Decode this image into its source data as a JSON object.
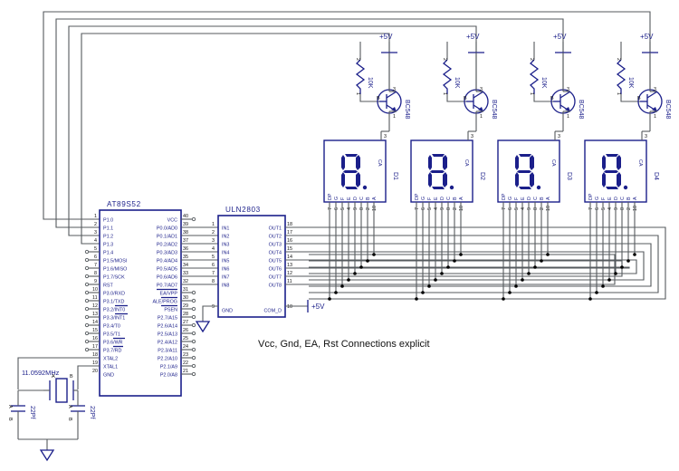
{
  "sheet": {
    "note": "Vcc, Gnd, EA, Rst Connections explicit",
    "power_label": "+5V"
  },
  "mcu": {
    "name": "AT89S52",
    "left_pins": [
      {
        "num": "1",
        "label": "P1.0"
      },
      {
        "num": "2",
        "label": "P1.1"
      },
      {
        "num": "3",
        "label": "P1.2"
      },
      {
        "num": "4",
        "label": "P1.3"
      },
      {
        "num": "5",
        "label": "P1.4"
      },
      {
        "num": "6",
        "label": "P1.5/MOSI"
      },
      {
        "num": "7",
        "label": "P1.6/MISO"
      },
      {
        "num": "8",
        "label": "P1.7/SCK"
      },
      {
        "num": "9",
        "label": "RST"
      },
      {
        "num": "10",
        "label": "P3.0/RXD"
      },
      {
        "num": "11",
        "label": "P3.1/TXD"
      },
      {
        "num": "12",
        "label": "P3.2/INT0"
      },
      {
        "num": "13",
        "label": "P3.3/INT1"
      },
      {
        "num": "14",
        "label": "P3.4/T0"
      },
      {
        "num": "15",
        "label": "P3.5/T1"
      },
      {
        "num": "16",
        "label": "P3.6/WR"
      },
      {
        "num": "17",
        "label": "P3.7/RD"
      },
      {
        "num": "18",
        "label": "XTAL2"
      },
      {
        "num": "19",
        "label": "XTAL1"
      },
      {
        "num": "20",
        "label": "GND"
      }
    ],
    "right_pins": [
      {
        "num": "40",
        "label": "VCC"
      },
      {
        "num": "39",
        "label": "P0.0/AD0"
      },
      {
        "num": "38",
        "label": "P0.1/AD1"
      },
      {
        "num": "37",
        "label": "P0.2/AD2"
      },
      {
        "num": "36",
        "label": "P0.3/AD3"
      },
      {
        "num": "35",
        "label": "P0.4/AD4"
      },
      {
        "num": "34",
        "label": "P0.5/AD5"
      },
      {
        "num": "33",
        "label": "P0.6/AD6"
      },
      {
        "num": "32",
        "label": "P0.7/AD7"
      },
      {
        "num": "31",
        "label": "EA/VPP"
      },
      {
        "num": "30",
        "label": "ALE/PROG"
      },
      {
        "num": "29",
        "label": "PSEN"
      },
      {
        "num": "28",
        "label": "P2.7/A15"
      },
      {
        "num": "27",
        "label": "P2.6/A14"
      },
      {
        "num": "26",
        "label": "P2.5/A13"
      },
      {
        "num": "25",
        "label": "P2.4/A12"
      },
      {
        "num": "24",
        "label": "P2.3/A11"
      },
      {
        "num": "23",
        "label": "P2.2/A10"
      },
      {
        "num": "22",
        "label": "P2.1/A9"
      },
      {
        "num": "21",
        "label": "P2.0/A8"
      }
    ]
  },
  "driver": {
    "name": "ULN2803",
    "inputs": [
      {
        "num": "1",
        "label": "IN1"
      },
      {
        "num": "2",
        "label": "IN2"
      },
      {
        "num": "3",
        "label": "IN3"
      },
      {
        "num": "4",
        "label": "IN4"
      },
      {
        "num": "5",
        "label": "IN5"
      },
      {
        "num": "6",
        "label": "IN6"
      },
      {
        "num": "7",
        "label": "IN7"
      },
      {
        "num": "8",
        "label": "IN8"
      }
    ],
    "outputs": [
      {
        "num": "18",
        "label": "OUT1"
      },
      {
        "num": "17",
        "label": "OUT2"
      },
      {
        "num": "16",
        "label": "OUT3"
      },
      {
        "num": "15",
        "label": "OUT4"
      },
      {
        "num": "14",
        "label": "OUT5"
      },
      {
        "num": "13",
        "label": "OUT6"
      },
      {
        "num": "12",
        "label": "OUT7"
      },
      {
        "num": "11",
        "label": "OUT8"
      }
    ],
    "gnd": {
      "num": "9",
      "label": "GND"
    },
    "com": {
      "num": "10",
      "label": "COM_D",
      "supply": "+5V"
    }
  },
  "displays": [
    {
      "ref": "D1",
      "anode_label": "CA",
      "anode_pin": "3",
      "glyph": "8."
    },
    {
      "ref": "D2",
      "anode_label": "CA",
      "anode_pin": "3",
      "glyph": "8."
    },
    {
      "ref": "D3",
      "anode_label": "CA",
      "anode_pin": "3",
      "glyph": "8."
    },
    {
      "ref": "D4",
      "anode_label": "CA",
      "anode_pin": "3",
      "glyph": "8."
    }
  ],
  "display_segments": [
    {
      "label": "DP",
      "num": "7"
    },
    {
      "label": "G",
      "num": "6"
    },
    {
      "label": "F",
      "num": "5"
    },
    {
      "label": "E",
      "num": "4"
    },
    {
      "label": "D",
      "num": "9"
    },
    {
      "label": "C",
      "num": "8"
    },
    {
      "label": "B",
      "num": "2"
    },
    {
      "label": "A",
      "num": "10"
    }
  ],
  "transistors": [
    {
      "ref": "BC548",
      "supply": "+5V",
      "pin_c": "3",
      "pin_b": "B",
      "pin_e": "1"
    },
    {
      "ref": "BC548",
      "supply": "+5V",
      "pin_c": "3",
      "pin_b": "B",
      "pin_e": "1"
    },
    {
      "ref": "BC548",
      "supply": "+5V",
      "pin_c": "3",
      "pin_b": "B",
      "pin_e": "1"
    },
    {
      "ref": "BC548",
      "supply": "+5V",
      "pin_c": "3",
      "pin_b": "B",
      "pin_e": "1"
    }
  ],
  "resistors": [
    {
      "value": "10K",
      "pin_top": "2",
      "pin_bottom": "1"
    },
    {
      "value": "10K",
      "pin_top": "2",
      "pin_bottom": "1"
    },
    {
      "value": "10K",
      "pin_top": "2",
      "pin_bottom": "1"
    },
    {
      "value": "10K",
      "pin_top": "2",
      "pin_bottom": "1"
    }
  ],
  "oscillator": {
    "crystal_value": "11.0592MHz",
    "crystal_pin_a": "A",
    "crystal_pin_b": "B",
    "cap1": {
      "value": "22Pf",
      "pin_top": "A",
      "pin_bottom": "B"
    },
    "cap2": {
      "value": "22Pf",
      "pin_top": "A",
      "pin_bottom": "B"
    }
  }
}
